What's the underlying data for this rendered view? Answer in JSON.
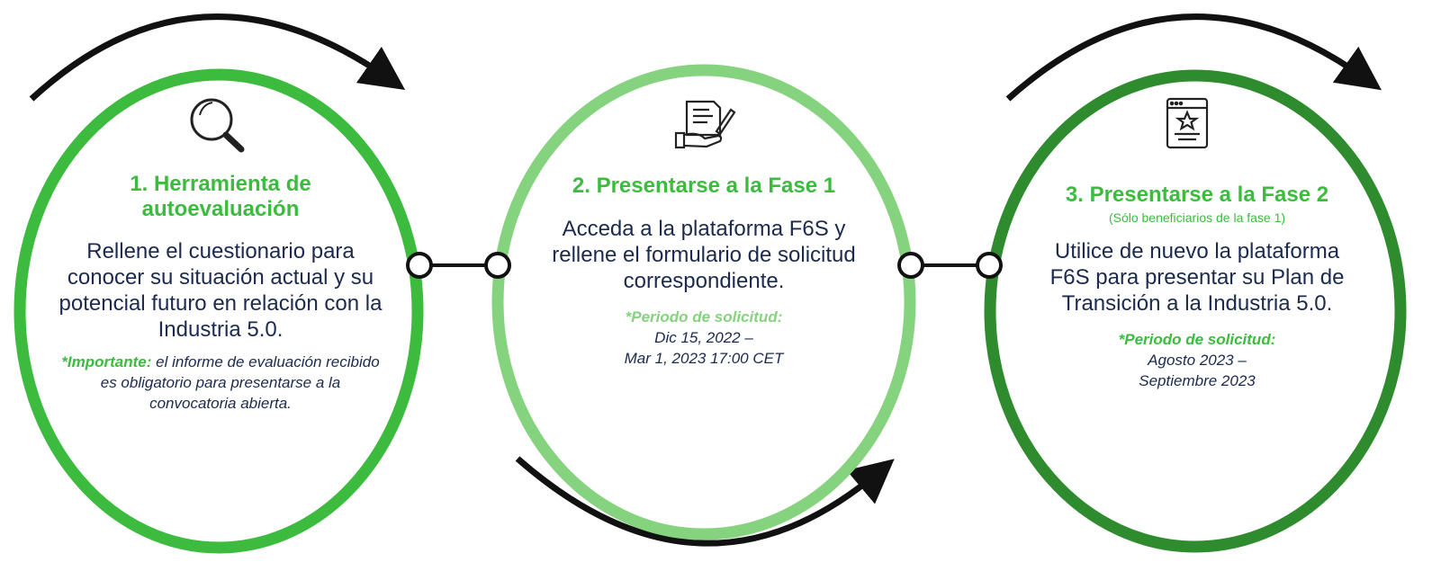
{
  "colors": {
    "step1": "#3dbb3f",
    "step2": "#86d37f",
    "step3": "#2e8b2e",
    "title_green": "#3dbb3f",
    "text": "#1b2a4e",
    "arrow": "#111111",
    "connector": "#111111"
  },
  "steps": [
    {
      "icon": "magnifying-glass-icon",
      "title": "1. Herramienta de autoevaluación",
      "body": "Rellene el cuestionario para conocer su situación actual y su potencial futuro en relación con la Industria 5.0.",
      "note_label": "*Importante:",
      "note_text": " el informe de evaluación recibido es obligatorio para presentarse a la convocatoria abierta."
    },
    {
      "icon": "document-signature-icon",
      "title": "2. Presentarse a la Fase 1",
      "body": "Acceda a la plataforma F6S y rellene el formulario de solicitud correspondiente.",
      "period_label": "*Periodo de solicitud:",
      "period_line1": "Dic 15, 2022 –",
      "period_line2": "Mar 1, 2023 17:00 CET"
    },
    {
      "icon": "browser-star-icon",
      "title": "3. Presentarse a la Fase 2",
      "subtitle": "(Sólo beneficiarios de la fase 1)",
      "body": "Utilice de nuevo la plataforma F6S para presentar su Plan de Transición a la Industria 5.0.",
      "period_label": "*Periodo de solicitud:",
      "period_line1": "Agosto 2023 –",
      "period_line2": "Septiembre 2023"
    }
  ]
}
